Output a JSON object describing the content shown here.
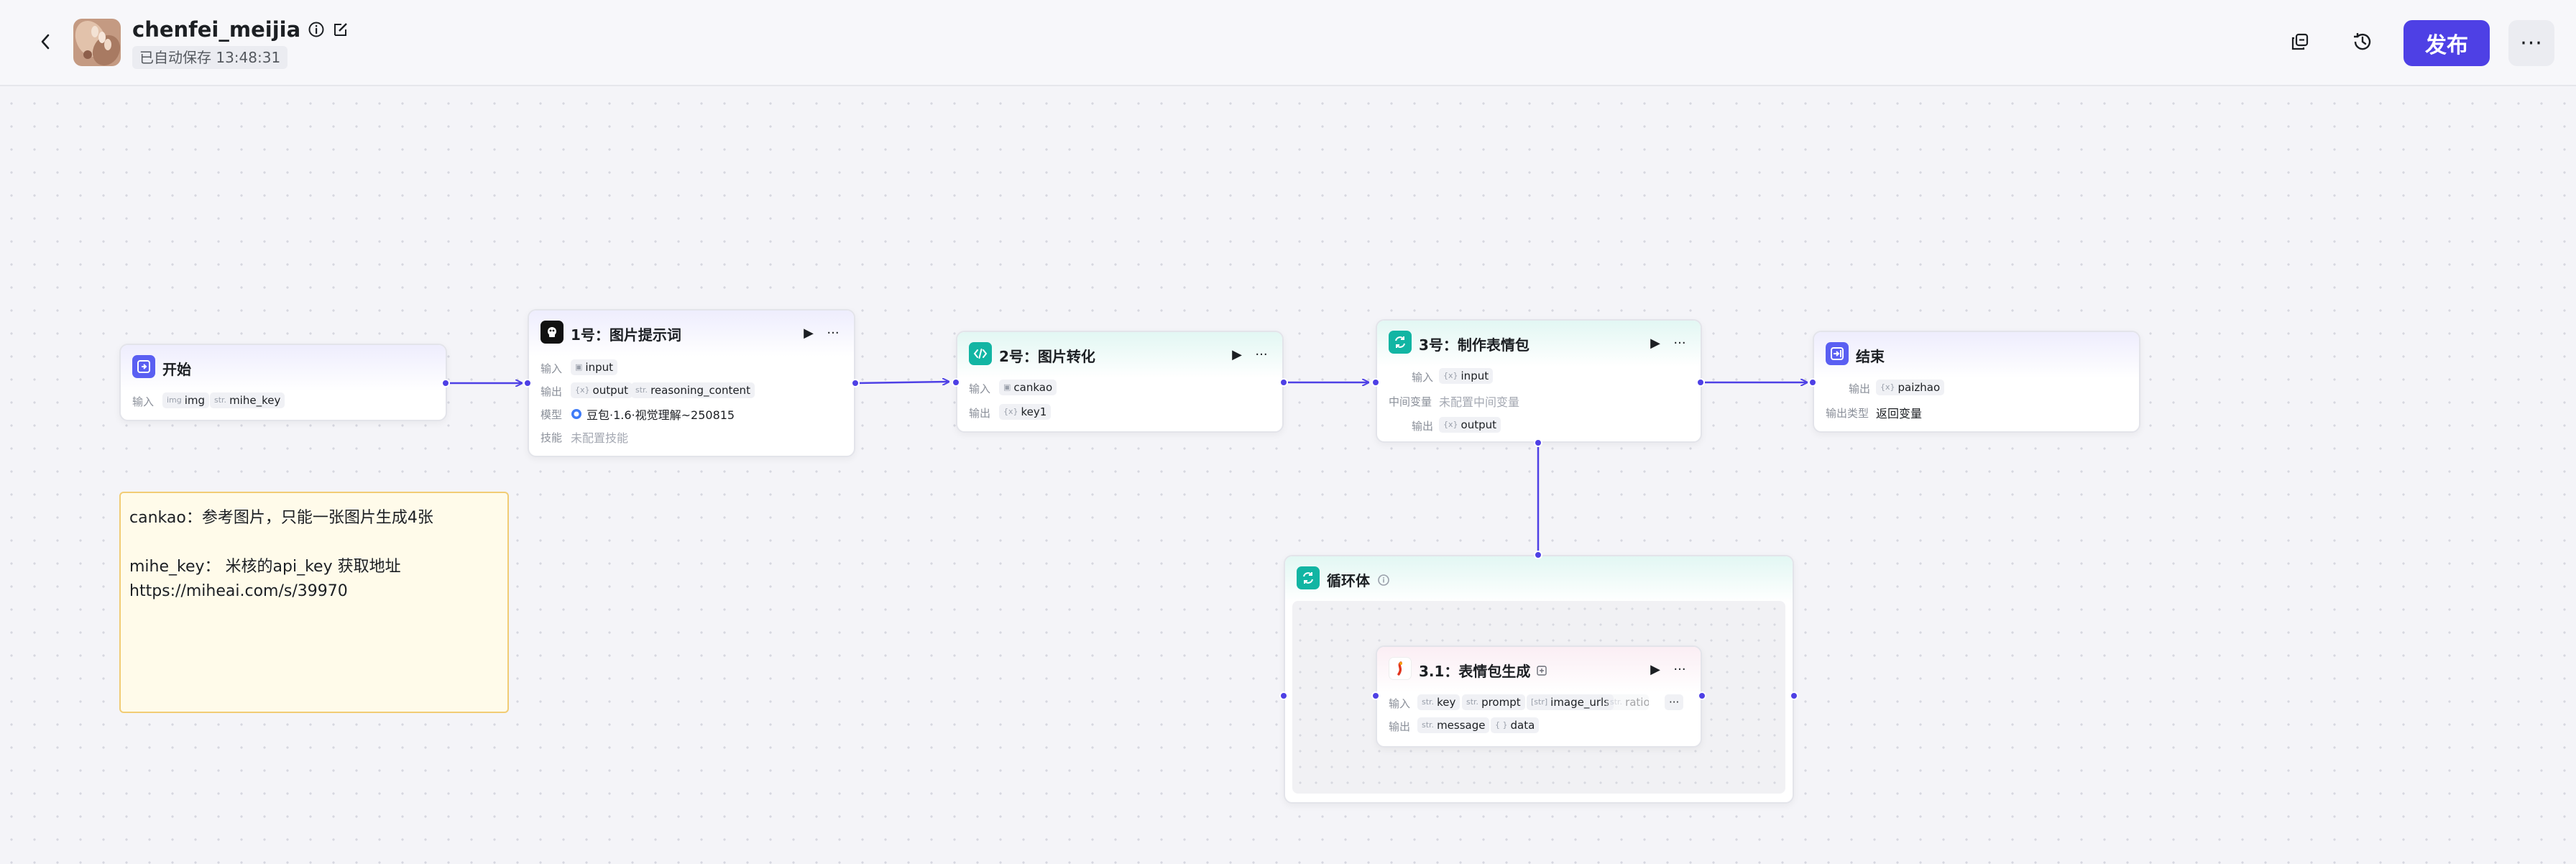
{
  "header": {
    "workflow_name": "chenfei_meijia",
    "autosave_text": "已自动保存 13:48:31",
    "publish_label": "发布",
    "more_label": "···"
  },
  "nodes": {
    "start": {
      "title": "开始",
      "input_label": "输入",
      "inputs": [
        {
          "type": "img",
          "name": "img"
        },
        {
          "type": "str.",
          "name": "mihe_key"
        }
      ]
    },
    "n1": {
      "title": "1号：图片提示词",
      "input_label": "输入",
      "input": "input",
      "output_label": "输出",
      "outputs": [
        {
          "type": "{x}",
          "name": "output"
        },
        {
          "type": "str.",
          "name": "reasoning_content"
        }
      ],
      "model_label": "模型",
      "model": "豆包·1.6·视觉理解~250815",
      "skill_label": "技能",
      "skill": "未配置技能"
    },
    "n2": {
      "title": "2号：图片转化",
      "input_label": "输入",
      "input": "cankao",
      "output_label": "输出",
      "output": "key1"
    },
    "n3": {
      "title": "3号：制作表情包",
      "input_label": "输入",
      "input": "input",
      "mid_label": "中间变量",
      "mid_value": "未配置中间变量",
      "output_label": "输出",
      "output": "output"
    },
    "end": {
      "title": "结束",
      "output_label": "输出",
      "output": "paizhao",
      "type_label": "输出类型",
      "type_value": "返回变量"
    },
    "loop": {
      "title": "循环体"
    },
    "n31": {
      "title": "3.1：表情包生成",
      "input_label": "输入",
      "inputs": [
        {
          "type": "str.",
          "name": "key"
        },
        {
          "type": "str.",
          "name": "prompt"
        },
        {
          "type": "[str]",
          "name": "image_urls"
        },
        {
          "type": "str.",
          "name": "ratio"
        }
      ],
      "output_label": "输出",
      "outputs": [
        {
          "type": "str.",
          "name": "message"
        },
        {
          "type": "{ }",
          "name": "data"
        }
      ]
    }
  },
  "note": {
    "lines": [
      "cankao：参考图片，只能一张图片生成4张",
      "",
      "mihe_key：  米核的api_key 获取地址",
      "https://miheai.com/s/39970"
    ]
  },
  "colors": {
    "accent": "#4e40e5",
    "note_bg": "#fffbea",
    "note_border": "#f1cc75",
    "teal": "#12b5a3"
  }
}
